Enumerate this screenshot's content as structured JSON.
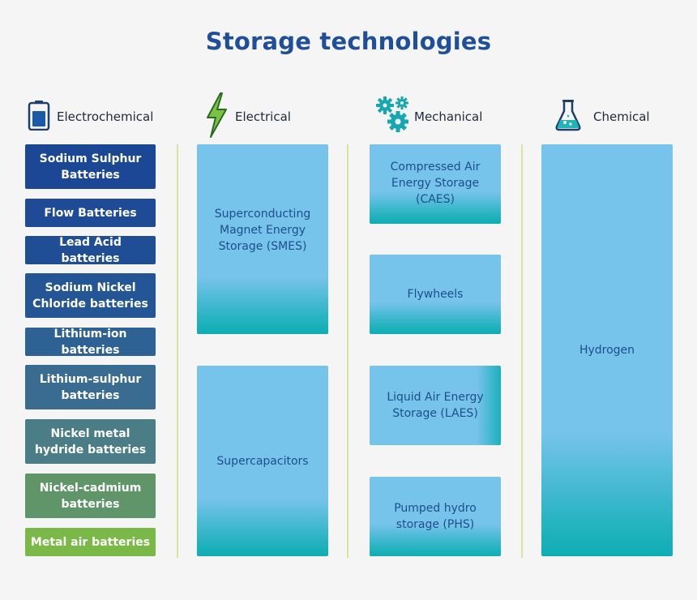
{
  "title": "Storage technologies",
  "columns": {
    "electrochemical": {
      "label": "Electrochemical",
      "icon": "battery-icon",
      "items": [
        {
          "label": "Sodium Sulphur Batteries",
          "color": "#1c4794"
        },
        {
          "label": "Flow Batteries",
          "color": "#1f4a95"
        },
        {
          "label": "Lead Acid batteries",
          "color": "#1f4e95"
        },
        {
          "label": "Sodium Nickel Chloride batteries",
          "color": "#245594"
        },
        {
          "label": "Lithium-ion batteries",
          "color": "#2e6194"
        },
        {
          "label": "Lithium-sulphur batteries",
          "color": "#3a6b90"
        },
        {
          "label": "Nickel metal hydride batteries",
          "color": "#4a7d85"
        },
        {
          "label": "Nickel-cadmium batteries",
          "color": "#5f9568"
        },
        {
          "label": "Metal air batteries",
          "color": "#7ab847"
        }
      ]
    },
    "electrical": {
      "label": "Electrical",
      "icon": "lightning-bolt-icon",
      "items": [
        {
          "label": "Superconducting Magnet Energy Storage (SMES)"
        },
        {
          "label": "Supercapacitors"
        }
      ]
    },
    "mechanical": {
      "label": "Mechanical",
      "icon": "gears-icon",
      "items": [
        {
          "label": "Compressed Air Energy Storage (CAES)"
        },
        {
          "label": "Flywheels"
        },
        {
          "label": "Liquid Air Energy Storage (LAES)"
        },
        {
          "label": "Pumped hydro storage (PHS)"
        }
      ]
    },
    "chemical": {
      "label": "Chemical",
      "icon": "flask-icon",
      "items": [
        {
          "label": "Hydrogen"
        }
      ]
    }
  },
  "colors": {
    "title": "#1f4e9a",
    "box_light": "#76c3ec",
    "box_teal": "#0eadb4",
    "divider": "#d6e59a",
    "text_dark_blue": "#1e4f8c"
  }
}
